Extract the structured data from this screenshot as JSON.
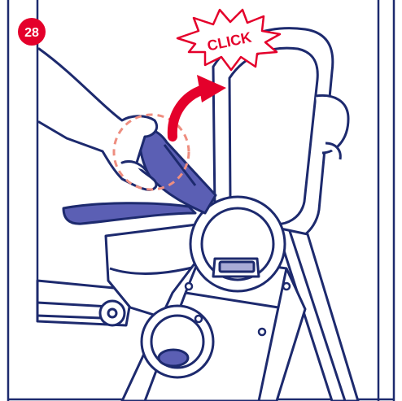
{
  "step": {
    "number": "28",
    "badge_color": "#e4002b"
  },
  "callout": {
    "text": "CLICK",
    "text_color": "#e4002b",
    "burst_fill": "#ffffff",
    "burst_stroke": "#e4002b"
  },
  "arrow": {
    "color": "#e4002b",
    "direction": "up-right"
  },
  "highlight_circle": {
    "color": "#ee8e80",
    "style": "dashed"
  },
  "colors": {
    "outline": "#1d2a6e",
    "tray_fill": "#5b5fb4",
    "background": "#ffffff"
  },
  "illustration": {
    "subject": "high-chair-tray-release",
    "parts": [
      "hand-icon",
      "tray-release-lever",
      "tray",
      "seat-backrest",
      "hinge-hubs",
      "chair-frame"
    ]
  }
}
